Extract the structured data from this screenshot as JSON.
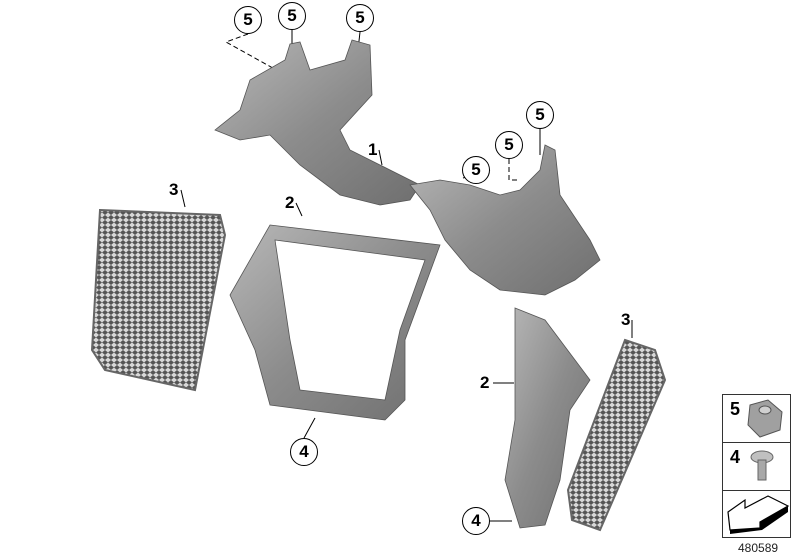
{
  "callouts": {
    "c1": "5",
    "c2": "5",
    "c3": "5",
    "c4": "5",
    "c5": "5",
    "c6": "5",
    "c7": "4",
    "c8": "4"
  },
  "labels": {
    "part1": "1",
    "part2a": "2",
    "part2b": "2",
    "part3a": "3",
    "part3b": "3"
  },
  "legend": {
    "items": [
      {
        "number": "5",
        "icon": "clip-nut-icon"
      },
      {
        "number": "4",
        "icon": "screw-icon"
      },
      {
        "number": "",
        "icon": "arrow-icon"
      }
    ]
  },
  "diagram_id": "480589",
  "colors": {
    "part": "#8e8e8e",
    "part_dark": "#6a6a6a",
    "part_light": "#b5b5b5"
  }
}
